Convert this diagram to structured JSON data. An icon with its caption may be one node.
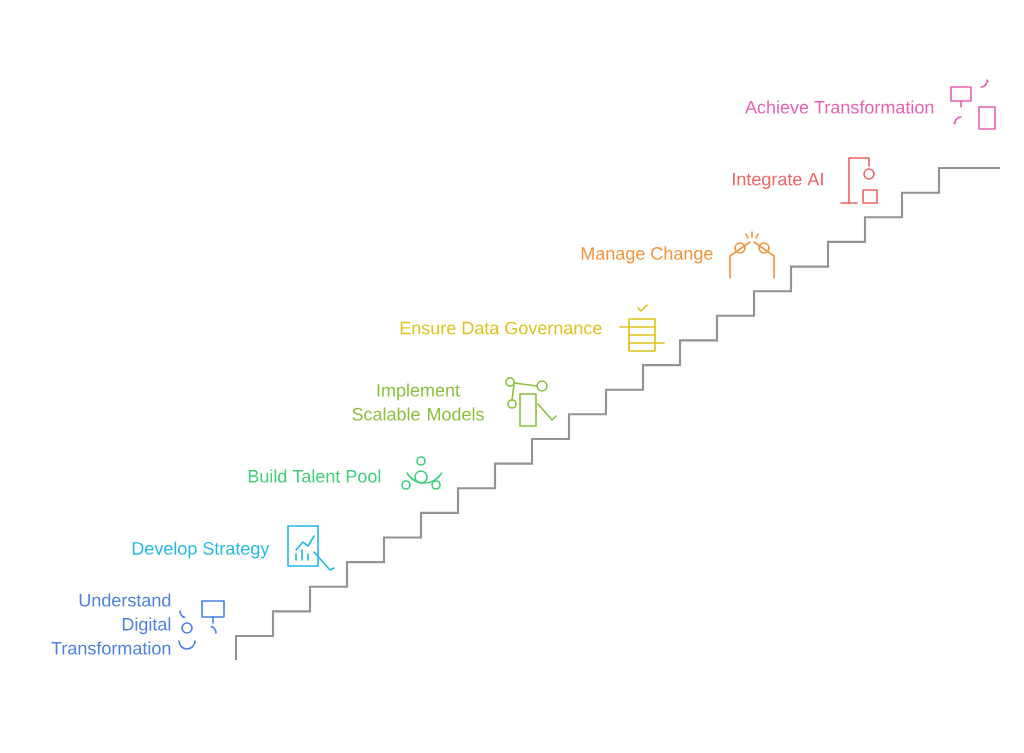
{
  "diagram": {
    "labels": [
      "Understand Digital Transformation",
      "Develop Strategy",
      "Build Talent Pool",
      "Implement Scalable Models",
      "Ensure Data Governance",
      "Manage Change",
      "Integrate AI",
      "Achieve Transformation"
    ]
  }
}
